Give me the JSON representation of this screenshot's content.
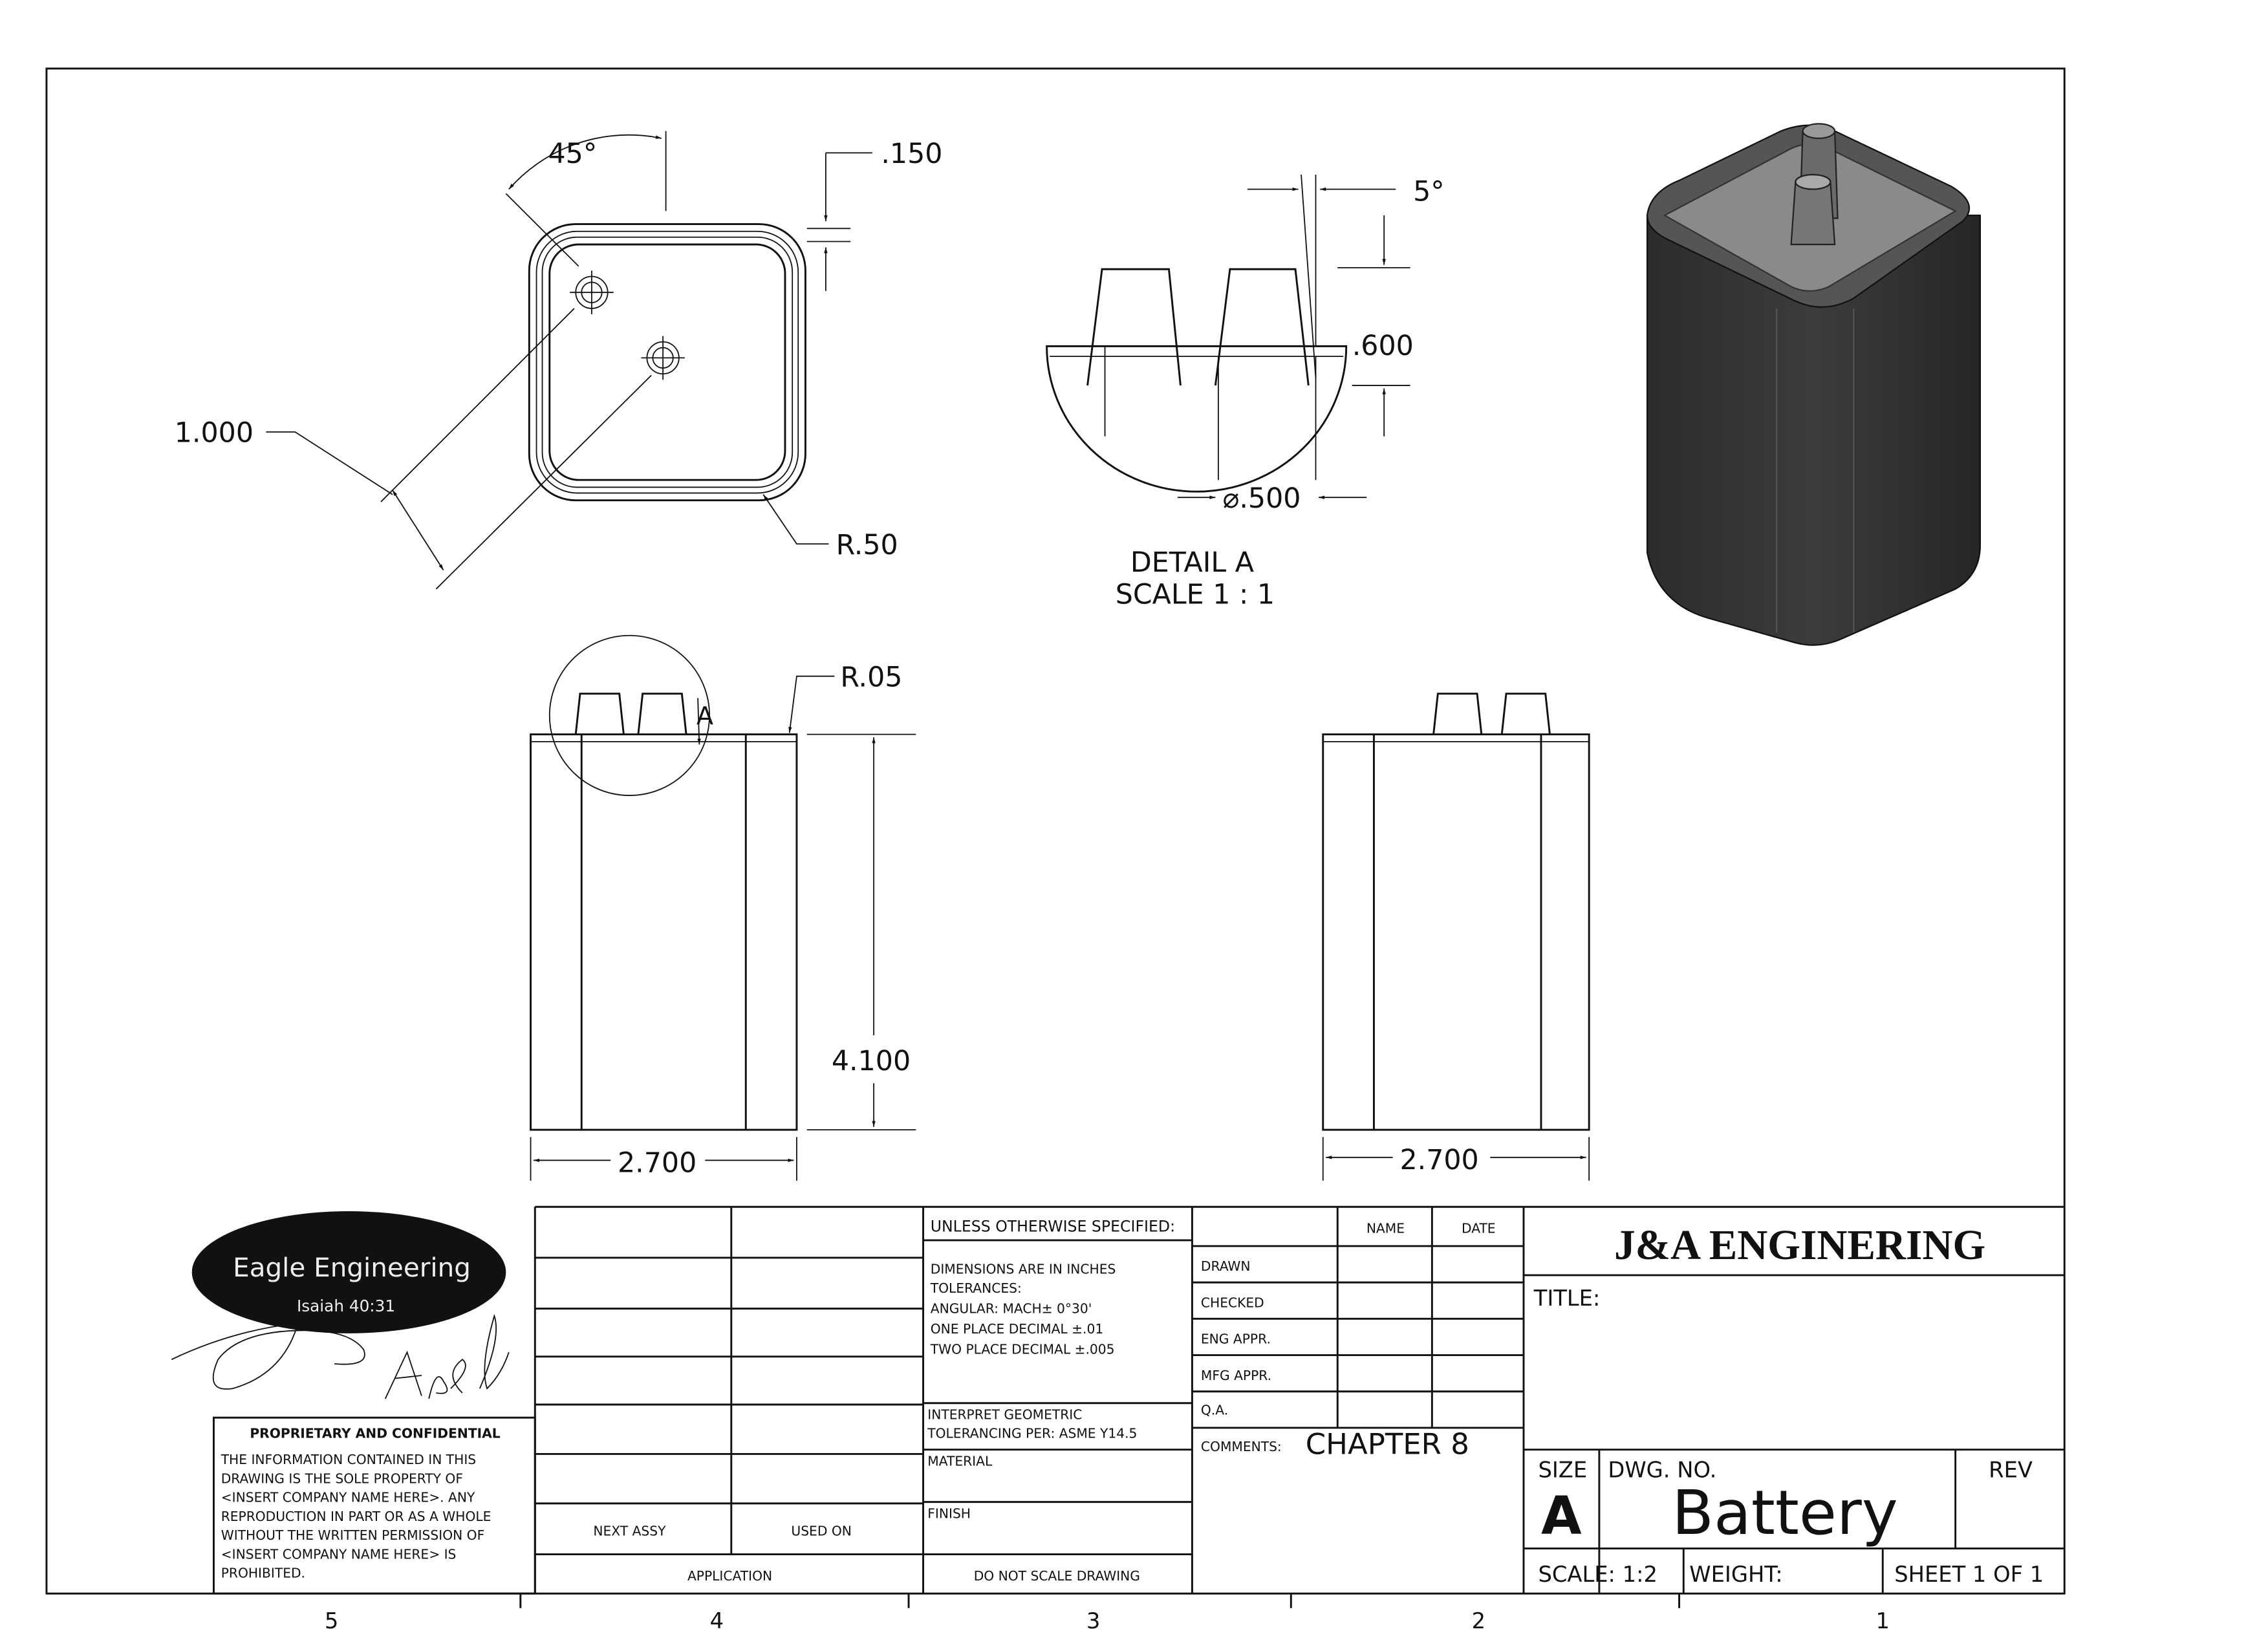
{
  "views": {
    "top": {
      "angle": "45°",
      "offset": ".150",
      "spacing": "1.000",
      "radius": "R.50"
    },
    "detail": {
      "angle": "5°",
      "height": ".600",
      "diameter": "⌀.500",
      "title": "DETAIL A",
      "scale": "SCALE 1 : 1"
    },
    "front": {
      "detail_marker": "A",
      "radius": "R.05",
      "height": "4.100",
      "width": "2.700"
    },
    "right": {
      "width": "2.700"
    }
  },
  "zones": [
    "5",
    "4",
    "3",
    "2",
    "1"
  ],
  "logo": {
    "name": "Eagle Engineering",
    "verse": "Isaiah 40:31",
    "signature": "Josiah Abel"
  },
  "proprietary": {
    "title": "PROPRIETARY AND CONFIDENTIAL",
    "lines": [
      "THE INFORMATION CONTAINED IN THIS",
      "DRAWING IS THE SOLE PROPERTY OF",
      "<INSERT COMPANY NAME HERE>.  ANY",
      "REPRODUCTION IN PART OR AS A WHOLE",
      "WITHOUT THE WRITTEN PERMISSION OF",
      "<INSERT COMPANY NAME HERE> IS",
      "PROHIBITED."
    ]
  },
  "application": {
    "next_assy": "NEXT ASSY",
    "used_on": "USED ON",
    "label": "APPLICATION"
  },
  "tolerances": {
    "header": "UNLESS OTHERWISE SPECIFIED:",
    "lines": [
      "DIMENSIONS ARE IN INCHES",
      "TOLERANCES:",
      "ANGULAR: MACH±  0°30'",
      "ONE PLACE DECIMAL    ±.01",
      "TWO PLACE DECIMAL   ±.005"
    ],
    "interpret": [
      "INTERPRET GEOMETRIC",
      "TOLERANCING PER: ASME Y14.5"
    ],
    "material": "MATERIAL",
    "finish": "FINISH",
    "no_scale": "DO NOT SCALE DRAWING"
  },
  "approvals": {
    "name_header": "NAME",
    "date_header": "DATE",
    "rows": [
      "DRAWN",
      "CHECKED",
      "ENG APPR.",
      "MFG APPR.",
      "Q.A."
    ],
    "comments_label": "COMMENTS:",
    "comments": "CHAPTER 8"
  },
  "title_block": {
    "company": "J&A ENGINERING",
    "title_label": "TITLE:",
    "size_label": "SIZE",
    "size": "A",
    "dwg_label": "DWG.  NO.",
    "dwg_no": "Battery",
    "rev_label": "REV",
    "scale": "SCALE: 1:2",
    "weight": "WEIGHT:",
    "sheet": "SHEET 1 OF 1"
  }
}
